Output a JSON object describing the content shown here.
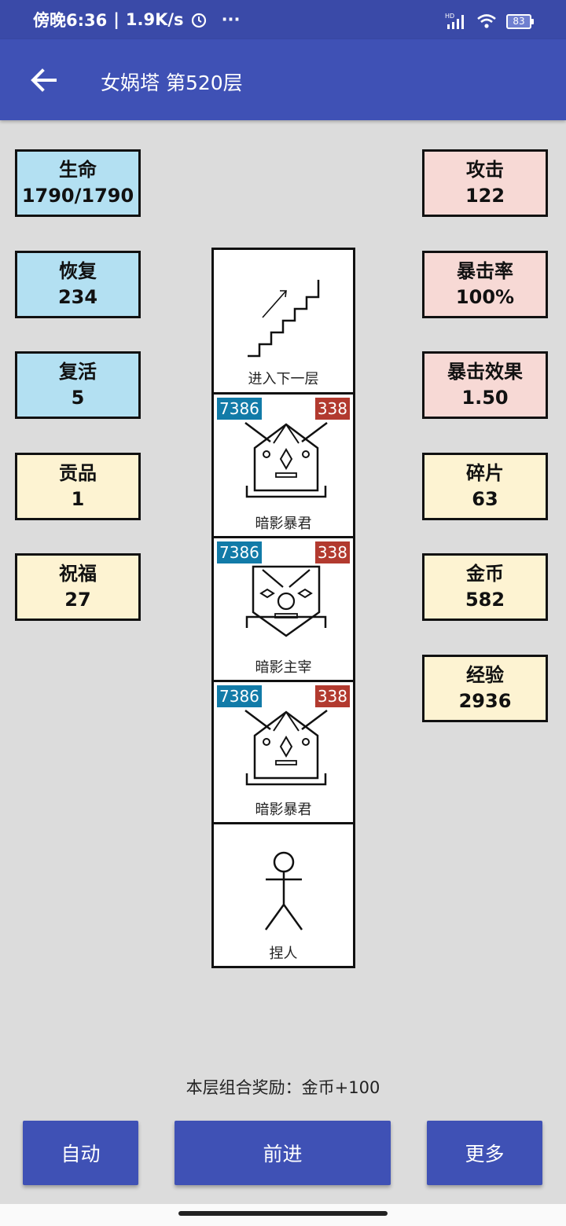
{
  "status": {
    "time": "傍晚6:36",
    "speed": "1.9K/s",
    "more": "···",
    "battery": "83"
  },
  "header": {
    "title": "女娲塔 第520层"
  },
  "stats_left": [
    {
      "label": "生命",
      "value": "1790/1790",
      "color": "#b3e0f2"
    },
    {
      "label": "恢复",
      "value": "234",
      "color": "#b3e0f2"
    },
    {
      "label": "复活",
      "value": "5",
      "color": "#b3e0f2"
    },
    {
      "label": "贡品",
      "value": "1",
      "color": "#fdf3d2"
    },
    {
      "label": "祝福",
      "value": "27",
      "color": "#fdf3d2"
    }
  ],
  "stats_right": [
    {
      "label": "攻击",
      "value": "122",
      "color": "#f7d9d5"
    },
    {
      "label": "暴击率",
      "value": "100%",
      "color": "#f7d9d5"
    },
    {
      "label": "暴击效果",
      "value": "1.50",
      "color": "#f7d9d5"
    },
    {
      "label": "碎片",
      "value": "63",
      "color": "#fdf3d2"
    },
    {
      "label": "金币",
      "value": "582",
      "color": "#fdf3d2"
    },
    {
      "label": "经验",
      "value": "2936",
      "color": "#fdf3d2"
    }
  ],
  "tower": {
    "stairs_label": "进入下一层",
    "enemies": [
      {
        "name": "暗影暴君",
        "hp": "7386",
        "atk": "338",
        "icon": "tyrant-mask-icon"
      },
      {
        "name": "暗影主宰",
        "hp": "7386",
        "atk": "338",
        "icon": "overlord-mask-icon"
      },
      {
        "name": "暗影暴君",
        "hp": "7386",
        "atk": "338",
        "icon": "tyrant-mask-icon"
      }
    ],
    "player_label": "捏人"
  },
  "reward": "本层组合奖励：金币+100",
  "buttons": {
    "auto": "自动",
    "forward": "前进",
    "more": "更多"
  },
  "colors": {
    "primary": "#3f51b5",
    "hp_badge": "#127ba8",
    "atk_badge": "#b23a2f"
  }
}
